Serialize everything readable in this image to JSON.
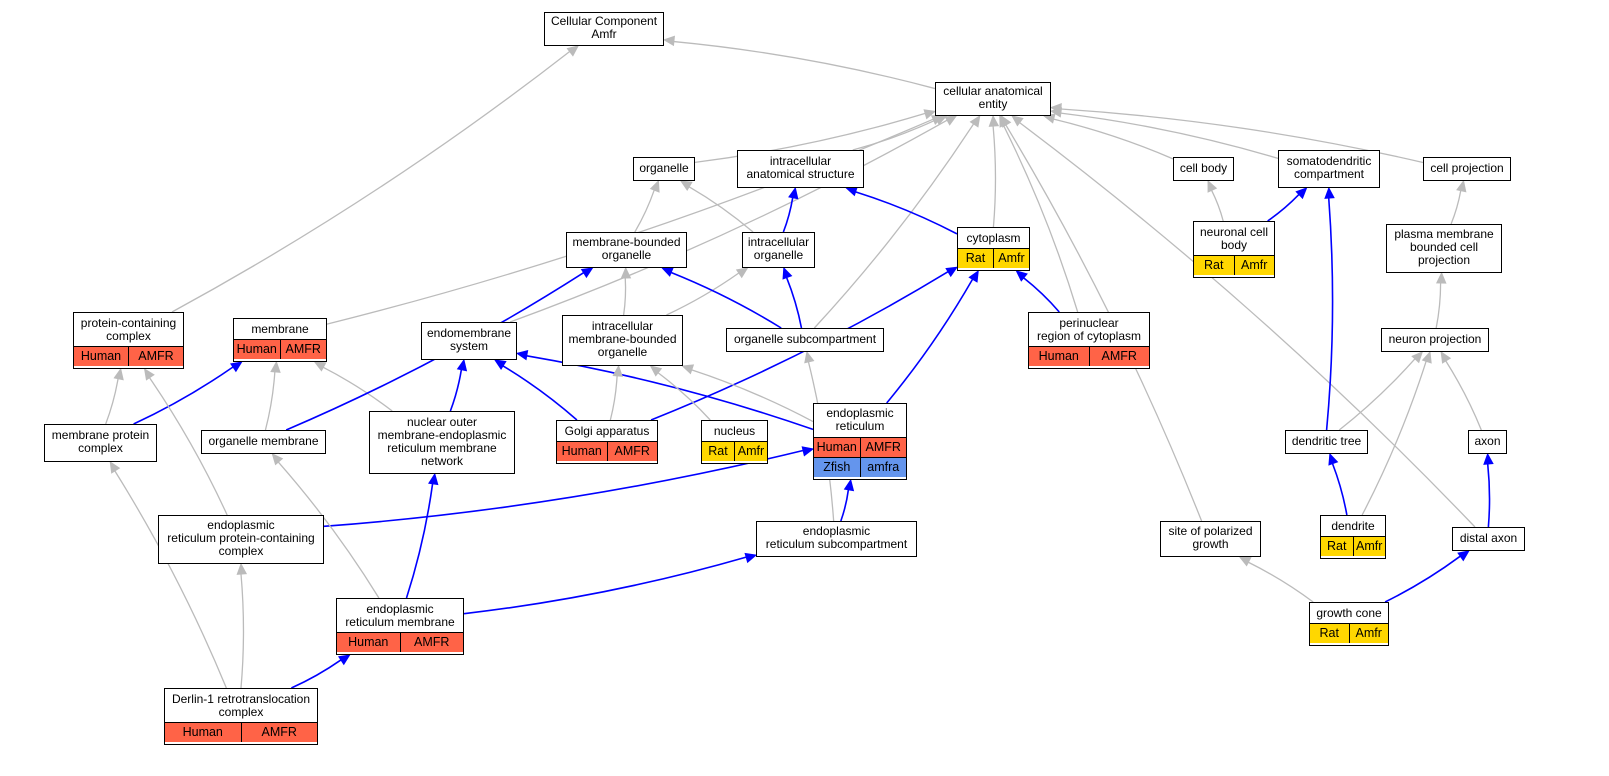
{
  "colors": {
    "edge_is_a": "#bbbbbb",
    "edge_part_of": "#0000ff",
    "human": "#ff6347",
    "rat": "#ffd700",
    "zfish": "#6495ed"
  },
  "nodes": {
    "cc_root": {
      "label": "Cellular Component\nAmfr",
      "badges": []
    },
    "cae": {
      "label": "cellular anatomical\nentity",
      "badges": []
    },
    "organelle": {
      "label": "organelle",
      "badges": []
    },
    "ias": {
      "label": "intracellular\nanatomical structure",
      "badges": []
    },
    "cell_body": {
      "label": "cell body",
      "badges": []
    },
    "somato": {
      "label": "somatodendritic\ncompartment",
      "badges": []
    },
    "cell_proj": {
      "label": "cell projection",
      "badges": []
    },
    "mbo": {
      "label": "membrane-bounded\norganelle",
      "badges": []
    },
    "io": {
      "label": "intracellular\norganelle",
      "badges": []
    },
    "cytoplasm": {
      "label": "cytoplasm",
      "badges": [
        [
          "rat",
          "Rat"
        ],
        [
          "rat",
          "Amfr"
        ]
      ]
    },
    "ncb": {
      "label": "neuronal cell\nbody",
      "badges": [
        [
          "rat",
          "Rat"
        ],
        [
          "rat",
          "Amfr"
        ]
      ]
    },
    "pmbcp": {
      "label": "plasma membrane\nbounded cell\nprojection",
      "badges": []
    },
    "pcc": {
      "label": "protein-containing\ncomplex",
      "badges": [
        [
          "human",
          "Human"
        ],
        [
          "human",
          "AMFR"
        ]
      ]
    },
    "membrane": {
      "label": "membrane",
      "badges": [
        [
          "human",
          "Human"
        ],
        [
          "human",
          "AMFR"
        ]
      ]
    },
    "endo_sys": {
      "label": "endomembrane\nsystem",
      "badges": []
    },
    "imbo": {
      "label": "intracellular\nmembrane-bounded\norganelle",
      "badges": []
    },
    "org_sub": {
      "label": "organelle subcompartment",
      "badges": []
    },
    "perinuc": {
      "label": "perinuclear\nregion of cytoplasm",
      "badges": [
        [
          "human",
          "Human"
        ],
        [
          "human",
          "AMFR"
        ]
      ]
    },
    "neuron_proj": {
      "label": "neuron projection",
      "badges": []
    },
    "mpc": {
      "label": "membrane protein\ncomplex",
      "badges": []
    },
    "org_mem": {
      "label": "organelle membrane",
      "badges": []
    },
    "nomer": {
      "label": "nuclear outer\nmembrane-endoplasmic\nreticulum membrane\nnetwork",
      "badges": []
    },
    "golgi": {
      "label": "Golgi apparatus",
      "badges": [
        [
          "human",
          "Human"
        ],
        [
          "human",
          "AMFR"
        ]
      ]
    },
    "nucleus": {
      "label": "nucleus",
      "badges": [
        [
          "rat",
          "Rat"
        ],
        [
          "rat",
          "Amfr"
        ]
      ]
    },
    "er": {
      "label": "endoplasmic\nreticulum",
      "badges": [
        [
          "human",
          "Human"
        ],
        [
          "human",
          "AMFR"
        ]
      ],
      "badges2": [
        [
          "zfish",
          "Zfish"
        ],
        [
          "zfish",
          "amfra"
        ]
      ]
    },
    "dend_tree": {
      "label": "dendritic tree",
      "badges": []
    },
    "axon": {
      "label": "axon",
      "badges": []
    },
    "erpcc": {
      "label": "endoplasmic\nreticulum protein-containing\ncomplex",
      "badges": []
    },
    "ersub": {
      "label": "endoplasmic\nreticulum subcompartment",
      "badges": []
    },
    "spg": {
      "label": "site of polarized\ngrowth",
      "badges": []
    },
    "dendrite": {
      "label": "dendrite",
      "badges": [
        [
          "rat",
          "Rat"
        ],
        [
          "rat",
          "Amfr"
        ]
      ]
    },
    "distal_axon": {
      "label": "distal axon",
      "badges": []
    },
    "erm": {
      "label": "endoplasmic\nreticulum membrane",
      "badges": [
        [
          "human",
          "Human"
        ],
        [
          "human",
          "AMFR"
        ]
      ]
    },
    "growth_cone": {
      "label": "growth cone",
      "badges": [
        [
          "rat",
          "Rat"
        ],
        [
          "rat",
          "Amfr"
        ]
      ]
    },
    "derlin": {
      "label": "Derlin-1 retrotranslocation\ncomplex",
      "badges": [
        [
          "human",
          "Human"
        ],
        [
          "human",
          "AMFR"
        ]
      ]
    }
  },
  "edges": [
    [
      "cae",
      "cc_root",
      "is_a"
    ],
    [
      "pcc",
      "cc_root",
      "is_a"
    ],
    [
      "organelle",
      "cae",
      "is_a"
    ],
    [
      "ias",
      "cae",
      "is_a"
    ],
    [
      "cell_body",
      "cae",
      "is_a"
    ],
    [
      "somato",
      "cae",
      "is_a"
    ],
    [
      "cell_proj",
      "cae",
      "is_a"
    ],
    [
      "cytoplasm",
      "cae",
      "is_a"
    ],
    [
      "org_sub",
      "cae",
      "is_a"
    ],
    [
      "perinuc",
      "cae",
      "is_a"
    ],
    [
      "endo_sys",
      "cae",
      "is_a"
    ],
    [
      "membrane",
      "cae",
      "is_a"
    ],
    [
      "spg",
      "cae",
      "is_a"
    ],
    [
      "distal_axon",
      "cae",
      "is_a"
    ],
    [
      "mbo",
      "organelle",
      "is_a"
    ],
    [
      "io",
      "organelle",
      "is_a"
    ],
    [
      "io",
      "ias",
      "part_of"
    ],
    [
      "cytoplasm",
      "ias",
      "part_of"
    ],
    [
      "ncb",
      "cell_body",
      "is_a"
    ],
    [
      "ncb",
      "somato",
      "part_of"
    ],
    [
      "pmbcp",
      "cell_proj",
      "is_a"
    ],
    [
      "imbo",
      "mbo",
      "is_a"
    ],
    [
      "imbo",
      "io",
      "is_a"
    ],
    [
      "org_sub",
      "mbo",
      "part_of"
    ],
    [
      "org_sub",
      "io",
      "part_of"
    ],
    [
      "perinuc",
      "cytoplasm",
      "part_of"
    ],
    [
      "golgi",
      "cytoplasm",
      "part_of"
    ],
    [
      "er",
      "cytoplasm",
      "part_of"
    ],
    [
      "neuron_proj",
      "pmbcp",
      "is_a"
    ],
    [
      "mpc",
      "pcc",
      "is_a"
    ],
    [
      "mpc",
      "membrane",
      "part_of"
    ],
    [
      "org_mem",
      "membrane",
      "is_a"
    ],
    [
      "nomer",
      "membrane",
      "is_a"
    ],
    [
      "org_mem",
      "mbo",
      "part_of"
    ],
    [
      "nomer",
      "endo_sys",
      "part_of"
    ],
    [
      "golgi",
      "endo_sys",
      "part_of"
    ],
    [
      "er",
      "endo_sys",
      "part_of"
    ],
    [
      "golgi",
      "imbo",
      "is_a"
    ],
    [
      "nucleus",
      "imbo",
      "is_a"
    ],
    [
      "er",
      "imbo",
      "is_a"
    ],
    [
      "ersub",
      "org_sub",
      "is_a"
    ],
    [
      "dend_tree",
      "neuron_proj",
      "is_a"
    ],
    [
      "axon",
      "neuron_proj",
      "is_a"
    ],
    [
      "dendrite",
      "neuron_proj",
      "is_a"
    ],
    [
      "dend_tree",
      "somato",
      "part_of"
    ],
    [
      "dendrite",
      "dend_tree",
      "part_of"
    ],
    [
      "distal_axon",
      "axon",
      "part_of"
    ],
    [
      "erpcc",
      "pcc",
      "is_a"
    ],
    [
      "erpcc",
      "er",
      "part_of"
    ],
    [
      "ersub",
      "er",
      "part_of"
    ],
    [
      "erm",
      "org_mem",
      "is_a"
    ],
    [
      "erm",
      "nomer",
      "part_of"
    ],
    [
      "erm",
      "ersub",
      "part_of"
    ],
    [
      "derlin",
      "erpcc",
      "is_a"
    ],
    [
      "derlin",
      "mpc",
      "is_a"
    ],
    [
      "derlin",
      "erm",
      "part_of"
    ],
    [
      "growth_cone",
      "spg",
      "is_a"
    ],
    [
      "growth_cone",
      "distal_axon",
      "part_of"
    ]
  ]
}
